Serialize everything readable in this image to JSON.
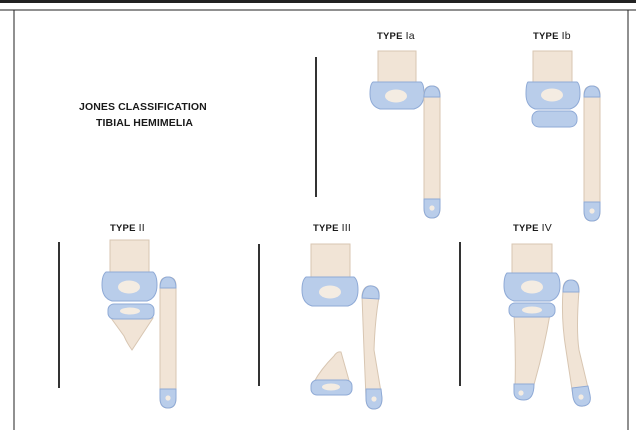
{
  "title": {
    "line1": "JONES CLASSIFICATION",
    "line2": "TIBIAL HEMIMELIA"
  },
  "types": [
    {
      "prefix": "TYPE",
      "numeral": "Ia"
    },
    {
      "prefix": "TYPE",
      "numeral": "Ib"
    },
    {
      "prefix": "TYPE",
      "numeral": "II"
    },
    {
      "prefix": "TYPE",
      "numeral": "III"
    },
    {
      "prefix": "TYPE",
      "numeral": "IV"
    }
  ],
  "colors": {
    "bone": "#f1e4d6",
    "bone_stroke": "#d8c6b2",
    "epiphysis": "#b9cdea",
    "epiphysis_stroke": "#8faad6",
    "nucleus": "#f4ece2",
    "divider": "#333333",
    "frame": "#222222"
  }
}
